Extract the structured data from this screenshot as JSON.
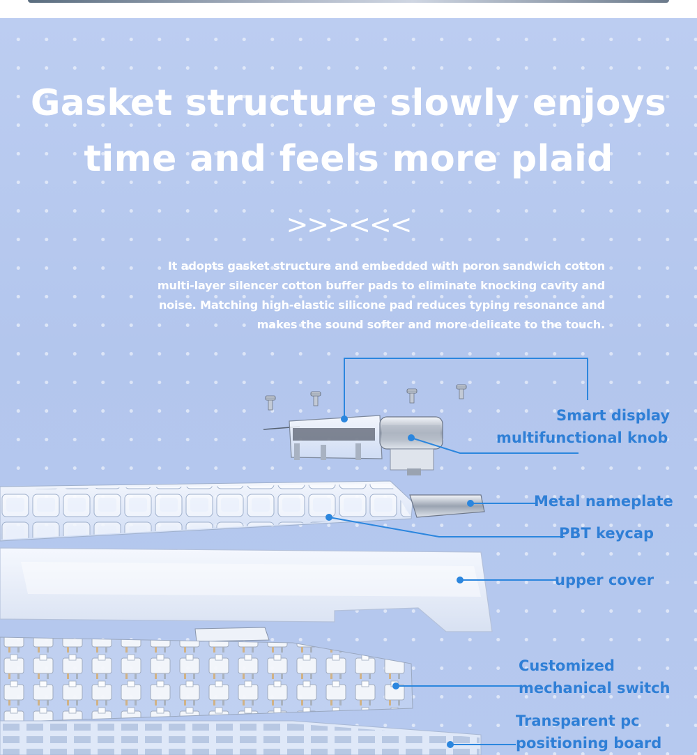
{
  "headline": {
    "line1": "Gasket structure slowly enjoys",
    "line2": "time and feels more plaid"
  },
  "divider": ">>><<<",
  "description": {
    "line1": "It adopts gasket structure and embedded with poron sandwich cotton",
    "line2": "multi-layer silencer cotton buffer pads to eliminate knocking cavity and",
    "line3": "noise. Matching high-elastic silicone pad reduces typing resonance and",
    "line4": "makes the sound softer and more delicate to the touch."
  },
  "callouts": {
    "knob_line1": "Smart display",
    "knob_line2": "multifunctional knob",
    "nameplate": "Metal nameplate",
    "keycap": "PBT keycap",
    "upper_cover": "upper cover",
    "switch_line1": "Customized",
    "switch_line2": "mechanical switch",
    "board_line1": "Transparent pc",
    "board_line2": "positioning board"
  },
  "colors": {
    "background": "#b6c8ee",
    "headline_text": "#ffffff",
    "callout_text": "#2f7fd6",
    "leader_line": "#2b86de"
  }
}
